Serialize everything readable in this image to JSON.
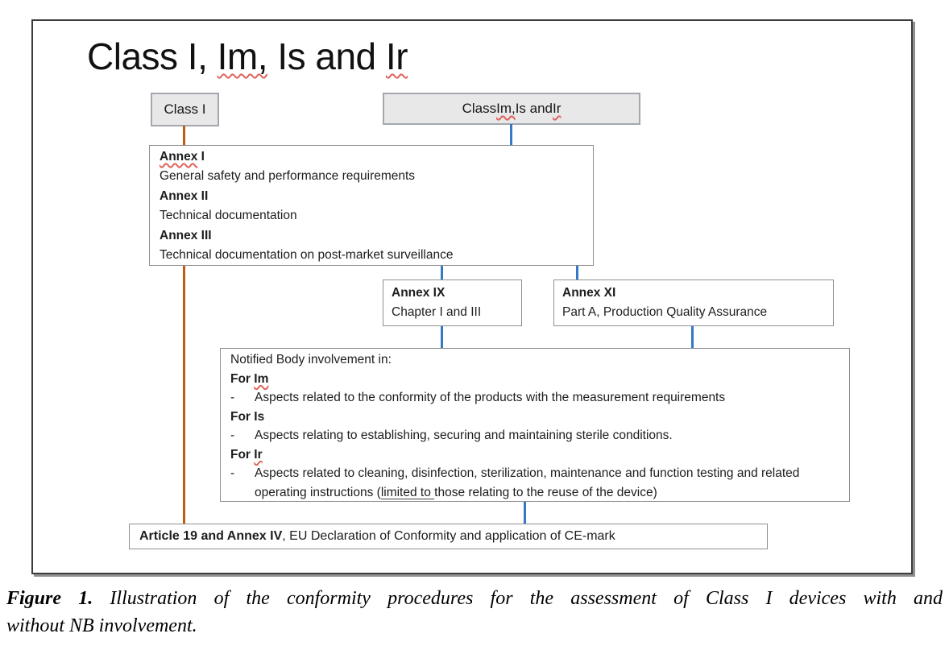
{
  "diagram": {
    "title": {
      "part1": "Class I, ",
      "misspell1": "Im,",
      "part2": " Is and ",
      "misspell2": "Ir"
    },
    "class_i_box": {
      "label": "Class I"
    },
    "class_im_is_ir_box": {
      "part1": "Class ",
      "misspell1": "Im,",
      "part2": " Is and ",
      "misspell2": "Ir"
    },
    "annex_box": {
      "item1_title_misspelled": "Annex",
      "item1_title_rest": " I",
      "item1_desc": "General safety and performance requirements",
      "item2_title": "Annex II",
      "item2_desc": "Technical documentation",
      "item3_title": "Annex III",
      "item3_desc": "Technical documentation on post-market surveillance"
    },
    "annex_ix_box": {
      "title": "Annex IX",
      "desc": "Chapter I and III"
    },
    "annex_xi_box": {
      "title": "Annex XI",
      "desc": "Part A, Production Quality Assurance"
    },
    "notified_body_box": {
      "heading": "Notified Body involvement in:",
      "bullet_marker": "-",
      "for_im_label": "For ",
      "for_im_misspell": "Im",
      "im_bullet": "Aspects related to the conformity of the products with the measurement requirements",
      "for_is_label": "For Is",
      "is_bullet": "Aspects relating to establishing, securing and maintaining sterile conditions.",
      "for_ir_label": "For ",
      "for_ir_misspell": "Ir",
      "ir_bullet_part1": "Aspects related to cleaning, disinfection, sterilization, maintenance and function testing and related operating instructions (",
      "ir_bullet_underlined": "limited to ",
      "ir_bullet_part2": "those relating to the reuse of the device)"
    },
    "article_box": {
      "bold": "Article 19 and Annex IV",
      "rest": ", EU Declaration of Conformity and application of CE-mark"
    }
  },
  "caption": {
    "label": "Figure 1.",
    "line1": " Illustration of the conformity procedures for the assessment of Class I devices with and",
    "line2": "without NB involvement."
  },
  "colors": {
    "connector_blue": "#3478c6",
    "connector_orange": "#c55a11",
    "box_fill_gray": "#e8e8e8",
    "box_border_gray": "#8f8f8f",
    "spellcheck_red": "#e0635c"
  }
}
